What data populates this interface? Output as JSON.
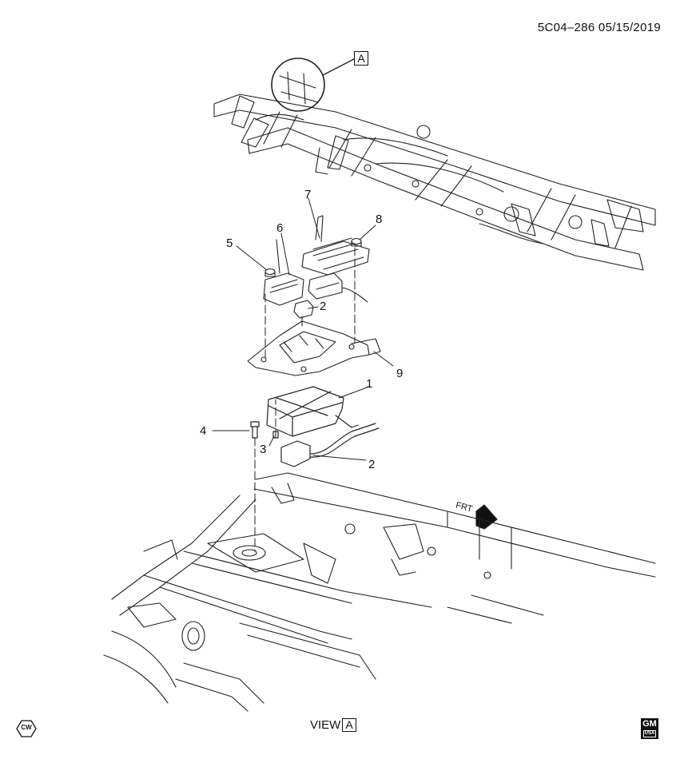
{
  "header": {
    "code": "5C04–286  05/15/2019"
  },
  "view_marker": {
    "letter": "A"
  },
  "view_label": {
    "text": "VIEW",
    "letter": "A"
  },
  "front_arrow": {
    "label": "FRT"
  },
  "callouts": {
    "c1": "1",
    "c2a": "2",
    "c2b": "2",
    "c3": "3",
    "c4": "4",
    "c5": "5",
    "c6": "6",
    "c7": "7",
    "c8": "8",
    "c9": "9"
  },
  "badges": {
    "cw": "CW",
    "gm": "GM",
    "gm_sub": "USA"
  }
}
